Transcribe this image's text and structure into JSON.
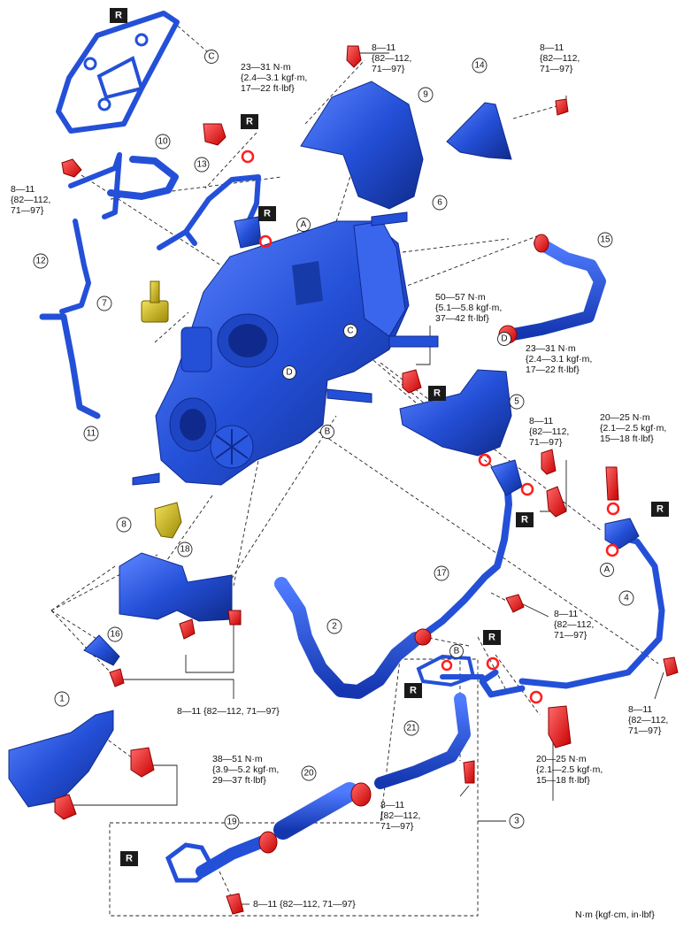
{
  "colors": {
    "part": "#2450d8",
    "part_dark": "#0f2a8c",
    "part_light": "#5d86ff",
    "bolt": "#ff1e1e",
    "sensor": "#d9c21a",
    "r_box": "#1a1a1a",
    "leader": "#222222",
    "background": "#ffffff"
  },
  "legend_units": "N·m {kgf·cm, in·lbf}",
  "reuse_marker": "R",
  "callouts": [
    "1",
    "2",
    "3",
    "4",
    "5",
    "6",
    "7",
    "8",
    "9",
    "10",
    "11",
    "12",
    "13",
    "14",
    "15",
    "16",
    "17",
    "18",
    "19",
    "20",
    "21"
  ],
  "refs": [
    "A",
    "B",
    "C",
    "D"
  ],
  "torques": [
    "23—31 N·m\n{2.4—3.1 kgf·m,\n17—22 ft·lbf}",
    "8—11\n{82—112,\n71—97}",
    "8—11\n{82—112,\n71—97}",
    "8—11\n{82—112,\n71—97}",
    "50—57 N·m\n{5.1—5.8 kgf·m,\n37—42 ft·lbf}",
    "23—31 N·m\n{2.4—3.1 kgf·m,\n17—22 ft·lbf}",
    "8—11\n{82—112,\n71—97}",
    "20—25 N·m\n{2.1—2.5 kgf·m,\n15—18 ft·lbf}",
    "8—11\n{82—112,\n71—97}",
    "8—11\n{82—112,\n71—97}",
    "8—11 {82—112, 71—97}",
    "38—51 N·m\n{3.9—5.2 kgf·m,\n29—37 ft·lbf}",
    "20—25 N·m\n{2.1—2.5 kgf·m,\n15—18 ft·lbf}",
    "8—11\n{82—112,\n71—97}",
    "8—11 {82—112, 71—97}"
  ]
}
